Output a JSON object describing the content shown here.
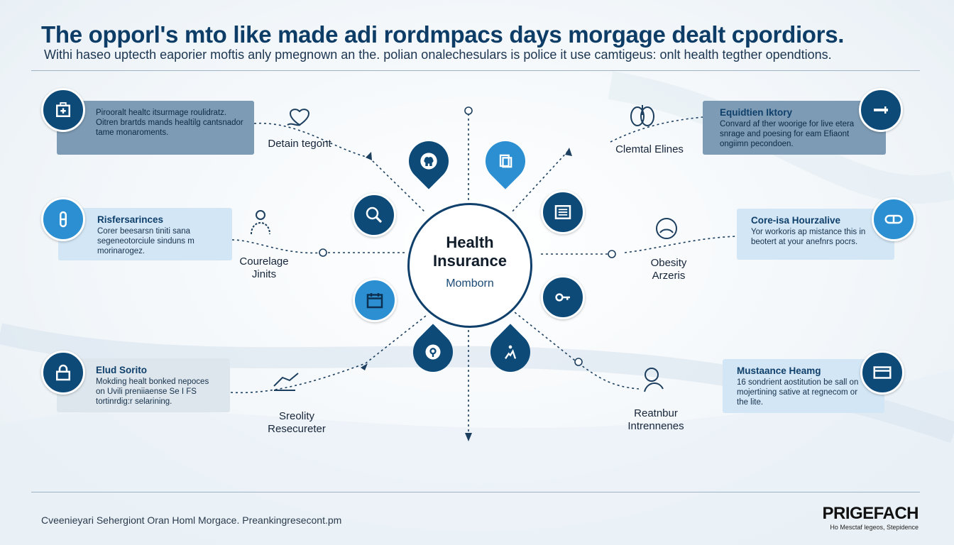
{
  "header": {
    "title": "The opporl's mto like made adi rordmpacs days morgage dealt cpordiors.",
    "subtitle": "Withi haseo uptecth eaporier moftis anly pmegnown an the. polian onalechesulars is police it use camtigeus: onlt health tegther opendtions."
  },
  "center": {
    "title_line1": "Health",
    "title_line2": "Insurance",
    "subtitle": "Momborn"
  },
  "cards": [
    {
      "title": "",
      "body": "Pirooralt healtc itsurmage roulidratz. Oitren brartds mands healtilg cantsnador tame monaroments."
    },
    {
      "title": "Equidtien Iktory",
      "body": "Convard af ther woorige for live etera snrage and poesing for eam Efiaont ongiimn pecondoen."
    },
    {
      "title": "Risfersarinces",
      "body": "Corer beesarsn tiniti sana segeneotorciule sinduns m morinarogez."
    },
    {
      "title": "Core-isa Hourzalive",
      "body": "Yor workoris ap mistance this in beotert at your anefnrs pocrs."
    },
    {
      "title": "Elud Sorito",
      "body": "Mokding healt bonked nepoces on Uvili preniiaense Se I FS tortinrdig:r selarining."
    },
    {
      "title": "Mustaance Heamg",
      "body": "16 sondrient aostitution be sall on mojertining sative at regnecom or the lite."
    }
  ],
  "nodes": [
    {
      "label_line1": "Detain tegont",
      "label_line2": ""
    },
    {
      "label_line1": "Clemtal Elines",
      "label_line2": ""
    },
    {
      "label_line1": "Courelage",
      "label_line2": "Jinits"
    },
    {
      "label_line1": "Obesity",
      "label_line2": "Arzeris"
    },
    {
      "label_line1": "Sreolity",
      "label_line2": "Resecureter"
    },
    {
      "label_line1": "Reatnbur",
      "label_line2": "Intrennenes"
    }
  ],
  "footer": {
    "left_text": "Cveenieyari Sehergiont Oran Homl Morgace. Preankingresecont.pm",
    "brand_name": "PRIGEFACH",
    "brand_tagline": "Ho Mesctaf legeos, Stepidence"
  },
  "colors": {
    "navy": "#0d4a78",
    "blue": "#2b8fd1",
    "card_dark": "#7d9bb4",
    "card_light": "#d2e6f5"
  }
}
